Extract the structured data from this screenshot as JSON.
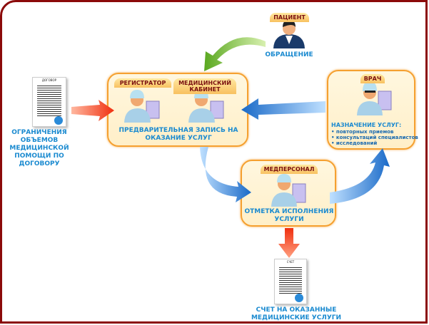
{
  "patient": {
    "tab": "ПАЦИЕНТ",
    "caption": "ОБРАЩЕНИЕ"
  },
  "registry": {
    "tab_registrar": "РЕГИСТРАТОР",
    "tab_cabinet": "МЕДИЦИНСКИЙ КАБИНЕТ",
    "caption": "ПРЕДВАРИТЕЛЬНАЯ ЗАПИСЬ НА ОКАЗАНИЕ УСЛУГ"
  },
  "doctor": {
    "tab": "ВРАЧ",
    "caption": "НАЗНАЧЕНИЕ УСЛУГ:",
    "items": [
      "• повторных приемов",
      "• консультаций специалистов",
      "• исследований"
    ]
  },
  "medstaff": {
    "tab": "МЕДПЕРСОНАЛ",
    "caption": "ОТМЕТКА ИСПОЛНЕНИЯ УСЛУГИ"
  },
  "contract": {
    "doc_title": "ДОГОВОР",
    "caption": "ОГРАНИЧЕНИЯ ОБЪЕМОВ МЕДИЦИНСКОЙ ПОМОЩИ ПО ДОГОВОРУ"
  },
  "bill": {
    "doc_title": "СЧЕТ",
    "caption": "СЧЕТ НА ОКАЗАННЫЕ МЕДИЦИНСКИЕ УСЛУГИ"
  },
  "colors": {
    "frame": "#8b0a0a",
    "box_border": "#f5a030",
    "text_blue": "#1a8ad0",
    "arrow_blue": "#2a7ad0",
    "arrow_green": "#6ab830",
    "arrow_red": "#f04020"
  }
}
